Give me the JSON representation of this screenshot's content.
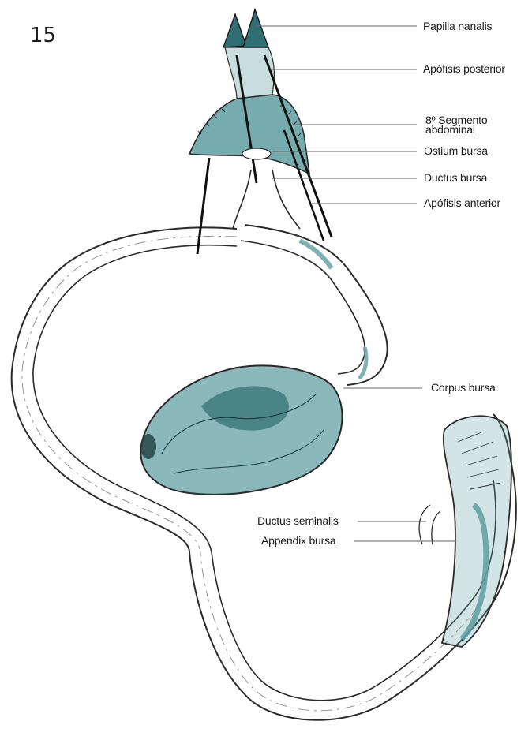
{
  "figure_number": "15",
  "labels": {
    "papilla_nanalis": "Papilla nanalis",
    "apofisis_posterior": "Apófisis posterior",
    "segmento_line1": "8º Segmento",
    "segmento_line2": "abdominal",
    "ostium_bursa": "Ostium bursa",
    "ductus_bursa": "Ductus bursa",
    "apofisis_anterior": "Apófisis  anterior",
    "corpus_bursa": "Corpus bursa",
    "ductus_seminalis": "Ductus seminalis",
    "appendix_bursa": "Appendix bursa"
  },
  "colors": {
    "stain": "#5e9da0",
    "stain_dark": "#2f6e72",
    "line": "#2a2a2a",
    "leader": "#666666"
  }
}
